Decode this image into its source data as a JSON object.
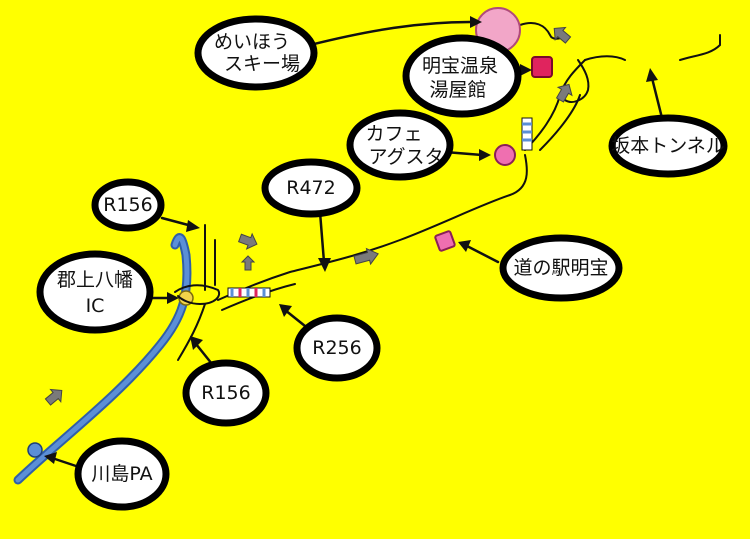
{
  "labels": {
    "meiho_ski": [
      "めいほう",
      "スキー場"
    ],
    "meiho_onsen": [
      "明宝温泉",
      "湯屋館"
    ],
    "cafe_agusta": [
      "カフェ",
      "アグスタ"
    ],
    "sakamoto_tunnel": "坂本トンネル",
    "r156_top": "R156",
    "r472": "R472",
    "gujo_hachiman_ic": [
      "郡上八幡",
      "IC"
    ],
    "michinoeki_meiho": "道の駅明宝",
    "r256": "R256",
    "r156_bottom": "R156",
    "kawashima_pa": "川島PA"
  },
  "colors": {
    "background": "#ffff00",
    "expressway": "#5b8fd6",
    "interchange": "#f1d34a",
    "onsen_marker": "#e0245e",
    "ski_marker": "#f2a6c8",
    "poi_marker": "#ef6fb0",
    "direction_arrow": "#7a7a7a"
  }
}
